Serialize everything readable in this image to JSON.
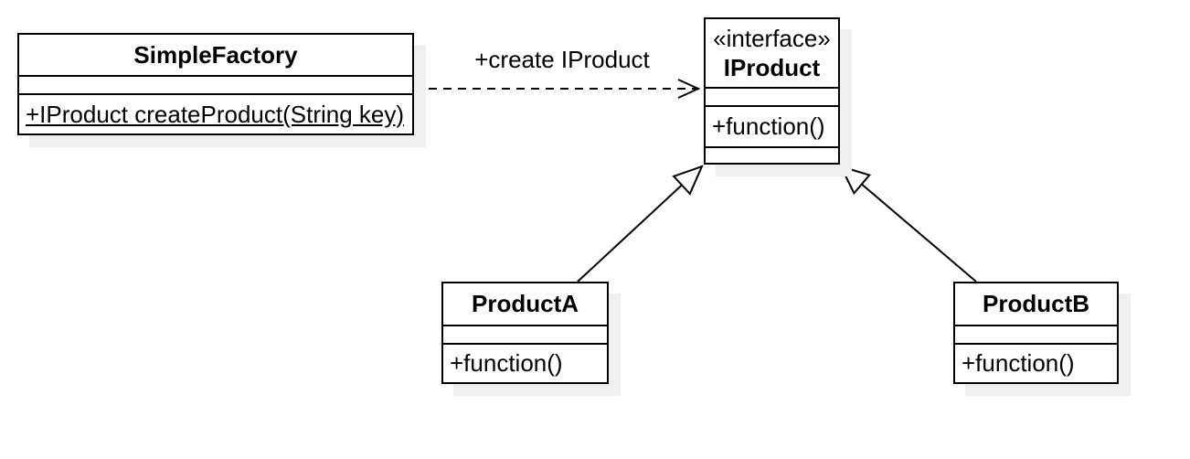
{
  "canvas": {
    "background": "#ffffff"
  },
  "colors": {
    "stroke": "#000000",
    "box_fill": "#ffffff",
    "shadow": "#f0f0f0"
  },
  "classes": {
    "simpleFactory": {
      "name": "SimpleFactory",
      "attributes": [],
      "methods": [
        "+IProduct createProduct(String key)"
      ],
      "method_static_underlined": true
    },
    "iProduct": {
      "stereotype": "«interface»",
      "name": "IProduct",
      "attributes": [],
      "methods": [
        "+function()"
      ]
    },
    "productA": {
      "name": "ProductA",
      "attributes": [],
      "methods": [
        "+function()"
      ]
    },
    "productB": {
      "name": "ProductB",
      "attributes": [],
      "methods": [
        "+function()"
      ]
    }
  },
  "relationships": {
    "dependency": {
      "from": "SimpleFactory",
      "to": "IProduct",
      "label": "+create IProduct",
      "style": "dashed-open-arrow"
    },
    "realizationA": {
      "from": "ProductA",
      "to": "IProduct",
      "style": "solid-hollow-triangle"
    },
    "realizationB": {
      "from": "ProductB",
      "to": "IProduct",
      "style": "solid-hollow-triangle"
    }
  }
}
